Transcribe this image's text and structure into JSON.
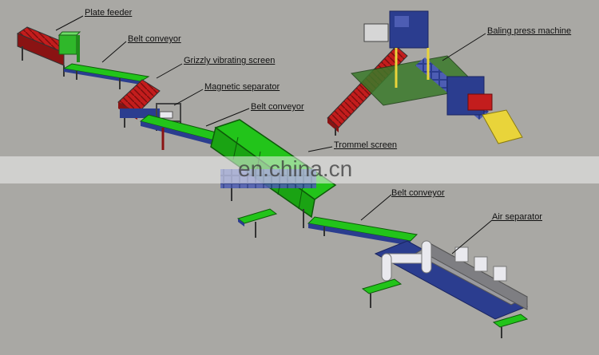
{
  "labels": {
    "plate_feeder": "Plate feeder",
    "belt_conveyor_1": "Belt conveyor",
    "grizzly_screen": "Grizzly vibrating screen",
    "magnetic_separator": "Magnetic separator",
    "belt_conveyor_2": "Belt conveyor",
    "trommel_screen": "Trommel screen",
    "belt_conveyor_3": "Belt conveyor",
    "air_separator": "Air separator",
    "baling_press": "Baling press machine"
  },
  "watermark": {
    "text": "en.china.cn"
  },
  "colors": {
    "background": "#a9a8a4",
    "conveyor_green": "#22c41a",
    "frame_blue": "#2b3d8f",
    "red": "#c31d1d",
    "yellow": "#e9d43a",
    "white_pipe": "#e9e9ee"
  }
}
